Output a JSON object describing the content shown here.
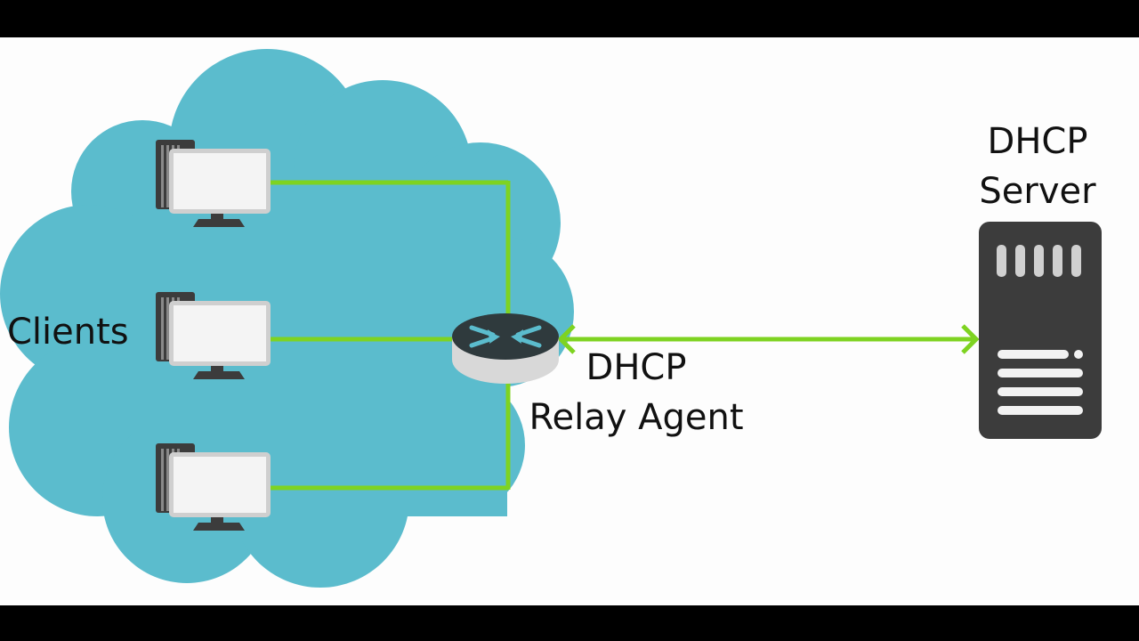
{
  "labels": {
    "clients": "Clients",
    "relay_line1": "DHCP",
    "relay_line2": "Relay Agent",
    "server_line1": "DHCP",
    "server_line2": "Server"
  },
  "icons": {
    "clients": [
      "desktop-computer-icon",
      "desktop-computer-icon",
      "desktop-computer-icon"
    ],
    "relay": "router-icon",
    "server": "server-icon"
  },
  "colors": {
    "frame": "#000000",
    "background": "#fdfdfd",
    "cloud": "#5bbccd",
    "link": "#7ed321",
    "device_dark": "#3c3c3c",
    "screen": "#f4f4f4",
    "router_top": "#2f3a3d",
    "router_arrows": "#5bbccd"
  }
}
